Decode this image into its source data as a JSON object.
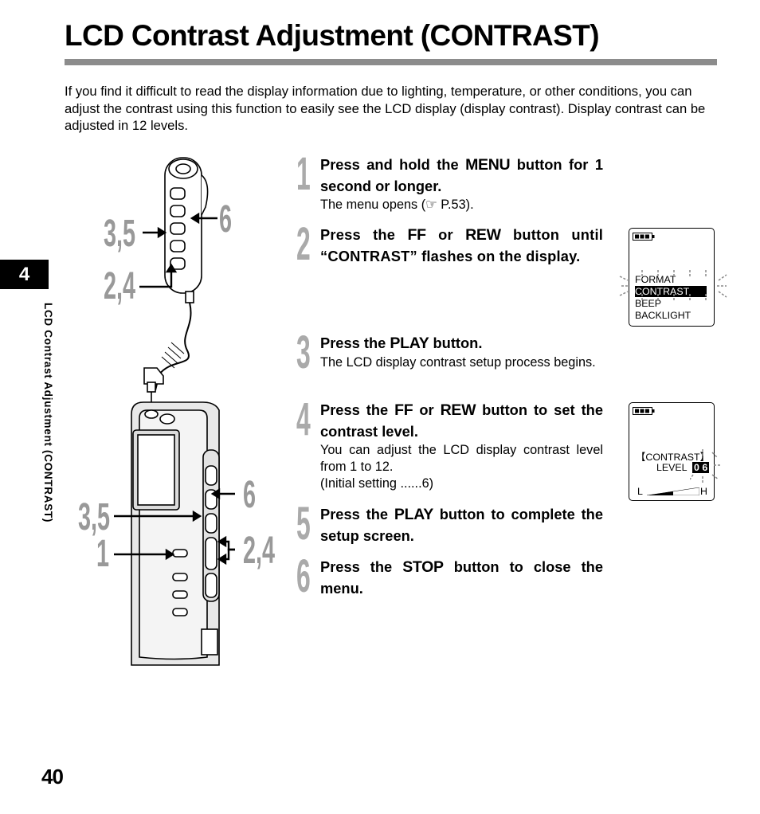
{
  "header": {
    "title": "LCD Contrast Adjustment (CONTRAST)",
    "intro": "If you find it difficult to read the display information due to lighting, temperature, or other conditions, you can adjust the contrast using this function to easily see the LCD display (display contrast). Display contrast can be adjusted in 12 levels."
  },
  "sidebar": {
    "chapter": "4",
    "section_label": "LCD Contrast Adjustment (CONTRAST)"
  },
  "illustration": {
    "labels": {
      "upper_6": "6",
      "upper_35": "3,5",
      "upper_24": "2,4",
      "lower_6": "6",
      "lower_35": "3,5",
      "lower_1": "1",
      "lower_24": "2,4"
    }
  },
  "steps": [
    {
      "number": "1",
      "head_a": "Press and hold the ",
      "button": "MENU",
      "head_b": " button for 1 second or longer.",
      "body": "The menu opens (☞ P.53)."
    },
    {
      "number": "2",
      "head_a": "Press the ",
      "button": "FF",
      "head_mid": " or ",
      "button2": "REW",
      "head_b": " button until “CONTRAST” flashes on the display.",
      "body": ""
    },
    {
      "number": "3",
      "head_a": "Press the ",
      "button": "PLAY",
      "head_b": " button.",
      "body": "The LCD display contrast setup process begins."
    },
    {
      "number": "4",
      "head_a": "Press the ",
      "button": "FF",
      "head_mid": " or ",
      "button2": "REW",
      "head_b": " button to set the contrast level.",
      "body": "You can adjust the LCD display contrast level from 1 to 12.",
      "body2": "(Initial setting ......6)"
    },
    {
      "number": "5",
      "head_a": "Press the ",
      "button": "PLAY",
      "head_b": " button to complete the setup screen.",
      "body": ""
    },
    {
      "number": "6",
      "head_a": "Press the ",
      "button": "STOP",
      "head_b": " button to close the menu.",
      "body": ""
    }
  ],
  "lcd_menu": {
    "items": [
      "FORMAT",
      "CONTRAST",
      "BEEP",
      "BACKLIGHT"
    ],
    "selected": "CONTRAST"
  },
  "lcd_contrast": {
    "heading": "【CONTRAST】",
    "level_label": "LEVEL",
    "level_value": "0 6",
    "low": "L",
    "high": "H",
    "level_fraction": 0.5
  },
  "footer": {
    "page_number": "40"
  }
}
